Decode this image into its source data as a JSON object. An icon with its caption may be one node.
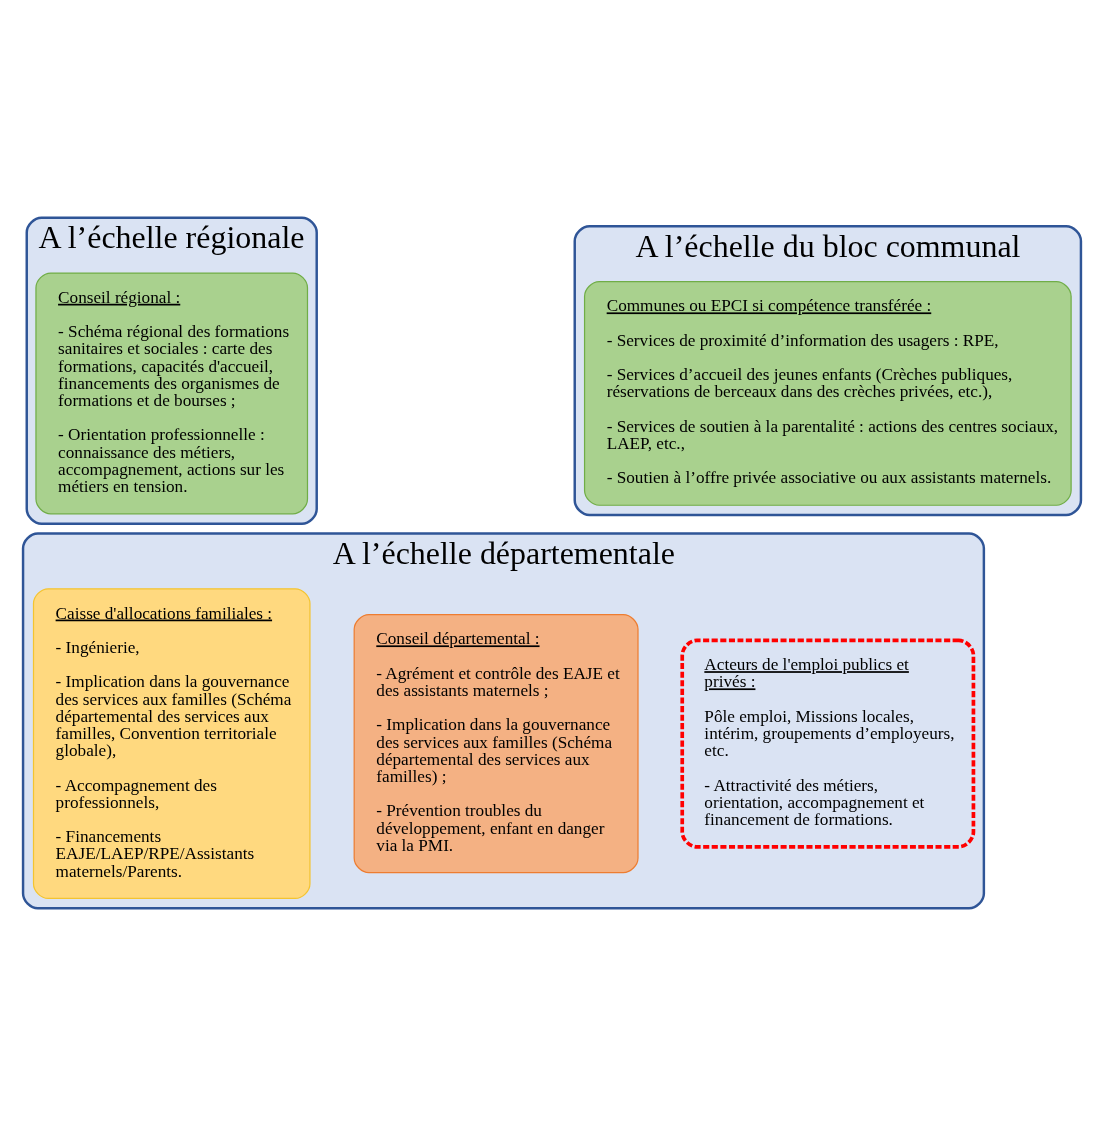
{
  "diagram": {
    "nodes": [
      {
        "text": [
          "A l’échelle régionale"
        ]
      },
      {
        "text": [
          "Conseil régional :",
          "- Schéma régional des formations sanitaires et sociales : carte des formations, capacités d'accueil, financements des organismes de formations et de bourses ;",
          "- Orientation professionnelle : connaissance des métiers, accompagnement, actions sur les métiers en tension."
        ],
        "in": 0
      },
      {
        "text": [
          "A l’échelle du bloc communal"
        ]
      },
      {
        "text": [
          "Communes ou EPCI si compétence transférée :",
          "- Services de proximité d’information des usagers : RPE,",
          "- Services d’accueil des jeunes enfants (Crèches publiques, réservations de berceaux dans des crèches privées, etc.),",
          "- Services de soutien à la parentalité : actions des centres sociaux, LAEP, etc.,",
          "- Soutien à l’offre privée associative ou aux assistants maternels."
        ],
        "in": 2
      },
      {
        "text": [
          "A l’échelle départementale"
        ]
      },
      {
        "text": [
          "Caisse d'allocations familiales :",
          "- Ingénierie,",
          "- Implication dans la gouvernance des services aux familles (Schéma départemental des services aux familles, Convention territoriale globale),",
          "- Accompagnement des professionnels,",
          "- Financements EAJE/LAEP/RPE/Assistants maternels/Parents."
        ],
        "in": 4
      },
      {
        "text": [
          "Conseil départemental :",
          "- Agrément et contrôle des EAJE et des assistants maternels ;",
          "- Implication dans la gouvernance des services aux familles (Schéma départemental des services aux familles) ;",
          "- Prévention troubles du développement, enfant en danger via la PMI."
        ],
        "in": 4
      },
      {
        "text": [
          "Acteurs de l'emploi publics et privés :",
          "Pôle emploi, Missions locales, intérim, groupements d’employeurs, etc.",
          "- Attractivité des métiers, orientation, accompagnement et financement de formations."
        ],
        "in": 4
      }
    ],
    "edges": []
  }
}
